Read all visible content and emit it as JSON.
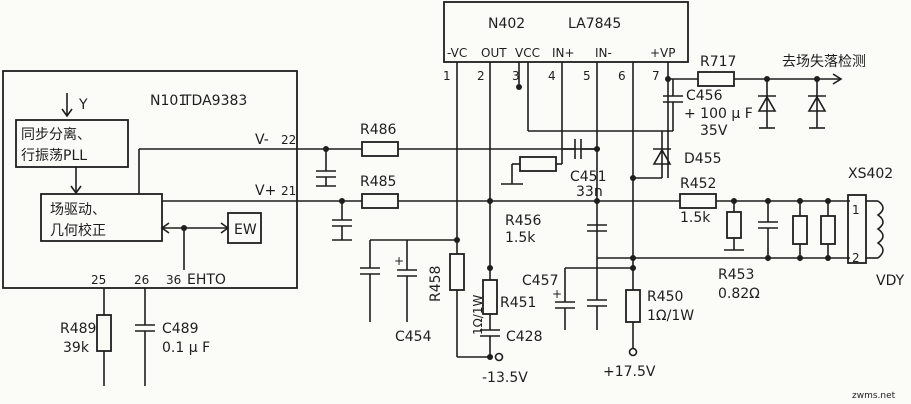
{
  "ic_n402": {
    "ref": "N402",
    "part": "LA7845",
    "pins": [
      "-VC",
      "OUT",
      "VCC",
      "IN+",
      "IN-",
      "+VP"
    ],
    "pin_numbers": [
      "1",
      "2",
      "3",
      "4",
      "5",
      "6",
      "7"
    ]
  },
  "ic_n101": {
    "ref": "N101",
    "part": "TDA9383",
    "block_sync": [
      "同步分离、",
      "行振荡PLL"
    ],
    "block_drive": [
      "场驱动、",
      "几何校正"
    ],
    "block_ew": "EW",
    "input_y": "Y",
    "out_vm": "V-",
    "out_vm_pin": "22",
    "out_vp": "V+",
    "out_vp_pin": "21",
    "pin25": "25",
    "pin26": "26",
    "pin36": "36",
    "pin36_name": "EHTO"
  },
  "components": {
    "r486": "R486",
    "r485": "R485",
    "r717": "R717",
    "c456": "C456",
    "c456_val1": "+ 100 μ F",
    "c456_val2": "35V",
    "d455": "D455",
    "c451": "C451",
    "c451_val": "33n",
    "r452": "R452",
    "r452_val": "1.5k",
    "r456": "R456",
    "r456_val": "1.5k",
    "r458": "R458",
    "r458_val": "1Ω/1W",
    "r451": "R451",
    "c457": "C457",
    "c428": "C428",
    "c454": "C454",
    "r450": "R450",
    "r450_val": "1Ω/1W",
    "r453": "R453",
    "r453_val": "0.82Ω",
    "r489": "R489",
    "r489_val": "39k",
    "c489": "C489",
    "c489_val": "0.1 μ F"
  },
  "connector": {
    "ref": "XS402",
    "pin1": "1",
    "pin2": "2",
    "load": "VDY"
  },
  "supplies": {
    "neg": "-13.5V",
    "pos": "+17.5V"
  },
  "output_note": "去场失落检测",
  "watermark": "zwms.net"
}
